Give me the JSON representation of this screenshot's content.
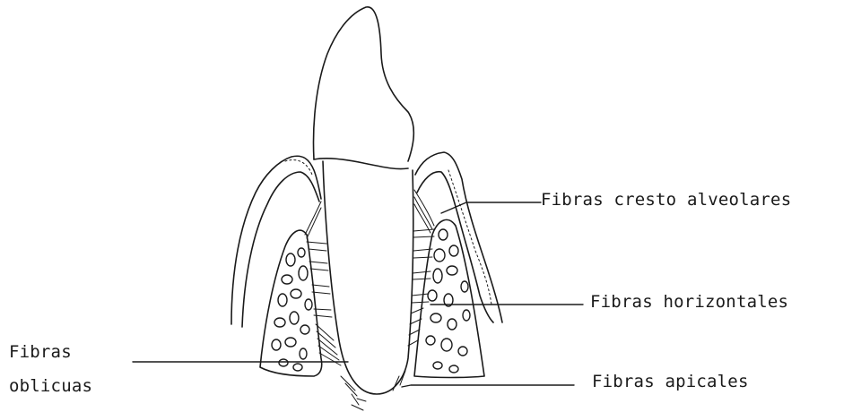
{
  "labels": {
    "cresto_alveolares": "Fibras cresto alveolares",
    "horizontales": "Fibras horizontales",
    "oblicuas_line1": "Fibras",
    "oblicuas_line2": "oblicuas",
    "apicales": "Fibras apicales"
  },
  "colors": {
    "ink": "#1a1a1a",
    "paper": "#ffffff"
  }
}
